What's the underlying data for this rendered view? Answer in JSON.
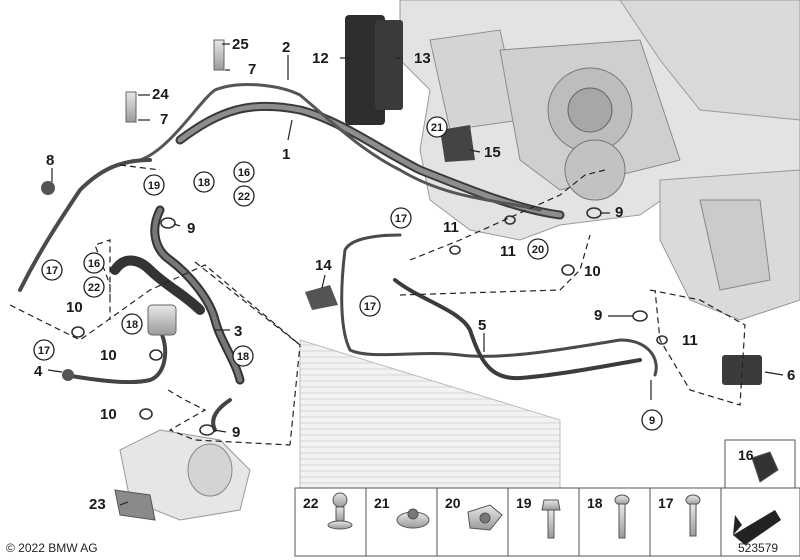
{
  "diagram": {
    "callouts": [
      "1",
      "2",
      "3",
      "4",
      "5",
      "6",
      "7",
      "7",
      "8",
      "9",
      "9",
      "9",
      "9",
      "9",
      "10",
      "10",
      "10",
      "10",
      "11",
      "11",
      "11",
      "12",
      "13",
      "14",
      "15",
      "23",
      "24",
      "25"
    ],
    "circled_callouts": [
      "16",
      "16",
      "17",
      "17",
      "17",
      "17",
      "18",
      "18",
      "18",
      "19",
      "20",
      "21",
      "22",
      "22"
    ],
    "legend_parts": [
      "22",
      "21",
      "20",
      "19",
      "18",
      "17",
      "16"
    ],
    "copyright": "© 2022 BMW AG",
    "drawing_number": "523579"
  }
}
